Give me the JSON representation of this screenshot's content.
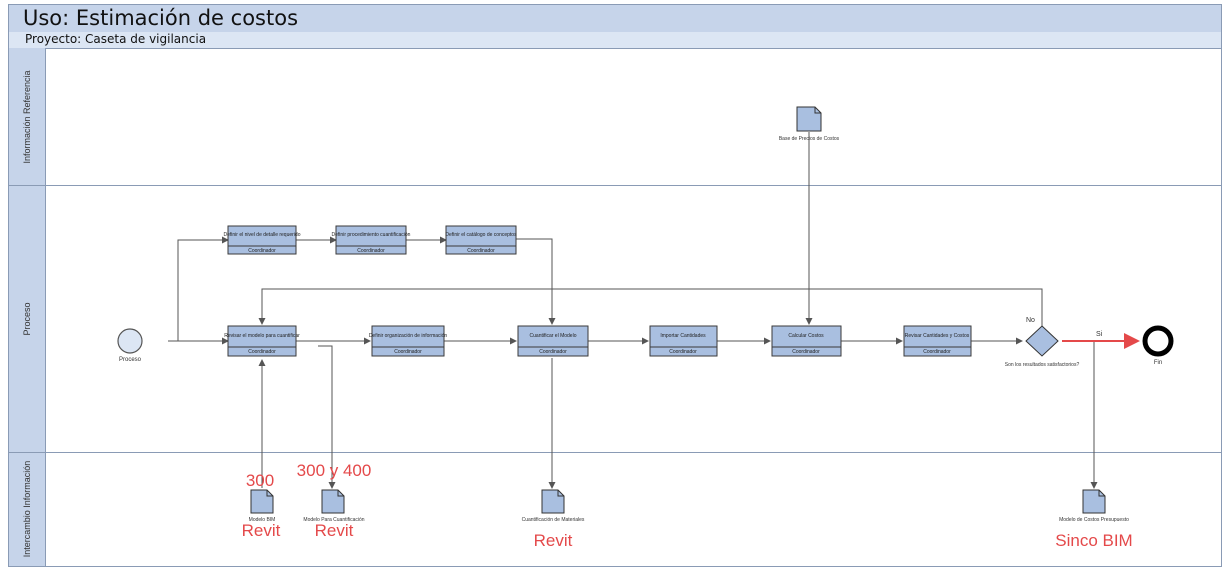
{
  "header": {
    "title": "Uso: Estimación de costos",
    "subtitle": "Proyecto: Caseta de vigilancia"
  },
  "lanes": {
    "reference": "Información Referencia",
    "process": "Proceso",
    "exchange": "Intercambio Información"
  },
  "events": {
    "start_label": "Proceso",
    "end_label": "Fin"
  },
  "gateway": {
    "no_label": "No",
    "yes_label": "Si",
    "question": "Son los resultados satisfactorios?"
  },
  "tasks": {
    "upper": [
      {
        "label": "Definir el nivel de detalle requerido",
        "role": "Coordinador"
      },
      {
        "label": "Definir procedimiento cuantificación",
        "role": "Coordinador"
      },
      {
        "label": "Definir el catálogo de conceptos",
        "role": "Coordinador"
      }
    ],
    "main": [
      {
        "label": "Revisar el modelo para cuantificar",
        "role": "Coordinador"
      },
      {
        "label": "Definir organización de información",
        "role": "Coordinador"
      },
      {
        "label": "Cuantificar el Modelo",
        "role": "Coordinador"
      },
      {
        "label": "Importar Cantidades",
        "role": "Coordinador"
      },
      {
        "label": "Calcular Costos",
        "role": "Coordinador"
      },
      {
        "label": "Revisar Cantidades y Costos",
        "role": "Coordinador"
      }
    ]
  },
  "documents": {
    "reference_doc": "Base de Precios de Costos",
    "exchange": [
      {
        "caption": "Modelo BIM",
        "red_top": "300",
        "red_bottom": "Revit"
      },
      {
        "caption": "Modelo Para Cuantificación",
        "red_top": "300 y 400",
        "red_bottom": "Revit"
      },
      {
        "caption": "Cuantificación de Materiales",
        "red_top": "",
        "red_bottom": "Revit"
      },
      {
        "caption": "Modelo de Costos Presupuesto",
        "red_top": "",
        "red_bottom": "Sinco BIM"
      }
    ]
  },
  "colors": {
    "task_fill": "#a9bfe0",
    "task_border": "#3a3a3a",
    "lane_header": "#c6d4ea",
    "annotation_red": "#e4494a",
    "connector": "#555555"
  }
}
